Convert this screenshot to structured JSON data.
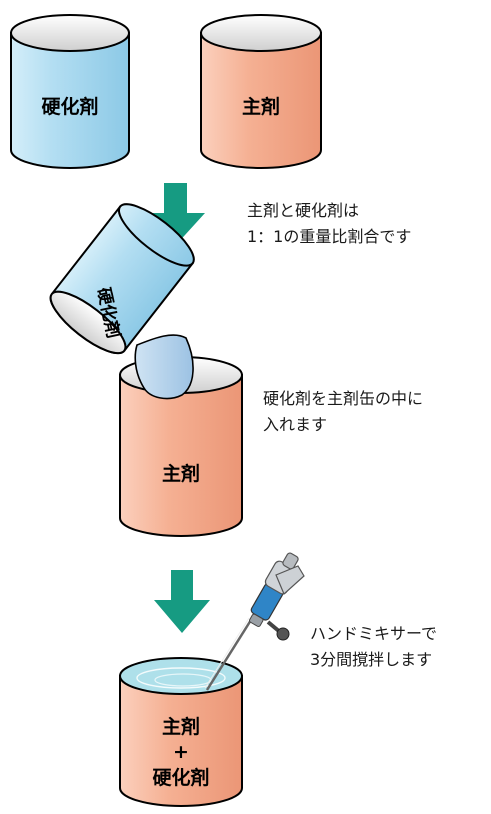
{
  "cans": {
    "hardener_label": "硬化剤",
    "main_label": "主剤",
    "tilted_label": "硬化剤",
    "receiving_label": "主剤",
    "mixed_line1": "主剤",
    "mixed_plus": "+",
    "mixed_line2": "硬化剤"
  },
  "captions": {
    "ratio_line1": "主剤と硬化剤は",
    "ratio_line2": "1：1の重量比割合です",
    "pour_line1": "硬化剤を主剤缶の中に",
    "pour_line2": "入れます",
    "mix_line1": "ハンドミキサーで",
    "mix_line2": "3分間撹拌します"
  },
  "colors": {
    "hardener": "#a9d8ef",
    "main": "#f3a88a",
    "arrow": "#169b82",
    "mixed_liquid": "#aee0ea"
  },
  "icons": {
    "arrow": "arrow-down-icon",
    "mixer": "hand-mixer-icon"
  }
}
